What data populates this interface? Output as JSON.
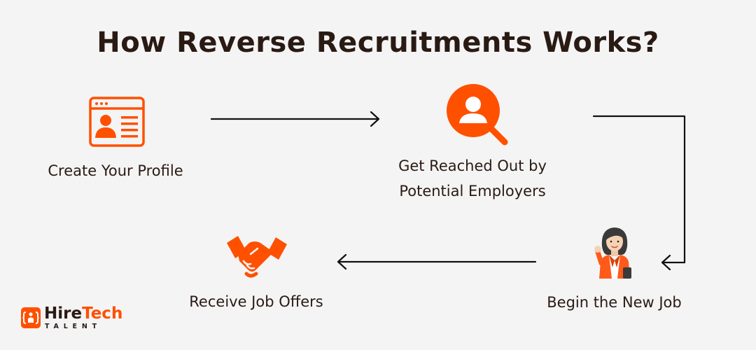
{
  "title": "How Reverse Recruitments Works?",
  "colors": {
    "accent": "#ff5000",
    "text": "#2a1a14",
    "background": "#f4f4f4",
    "arrow": "#111111"
  },
  "steps": [
    {
      "label": "Create Your Profile",
      "icon": "profile-card-icon"
    },
    {
      "line1": "Get Reached Out by",
      "line2": "Potential Employers",
      "icon": "search-person-icon"
    },
    {
      "label": "Begin the New Job",
      "icon": "businesswoman-icon"
    },
    {
      "label": "Receive Job Offers",
      "icon": "handshake-icon"
    }
  ],
  "logo": {
    "name_part1": "Hire",
    "name_part2": "Tech",
    "sub": "TALENT",
    "icon": "brackets-person-icon"
  }
}
